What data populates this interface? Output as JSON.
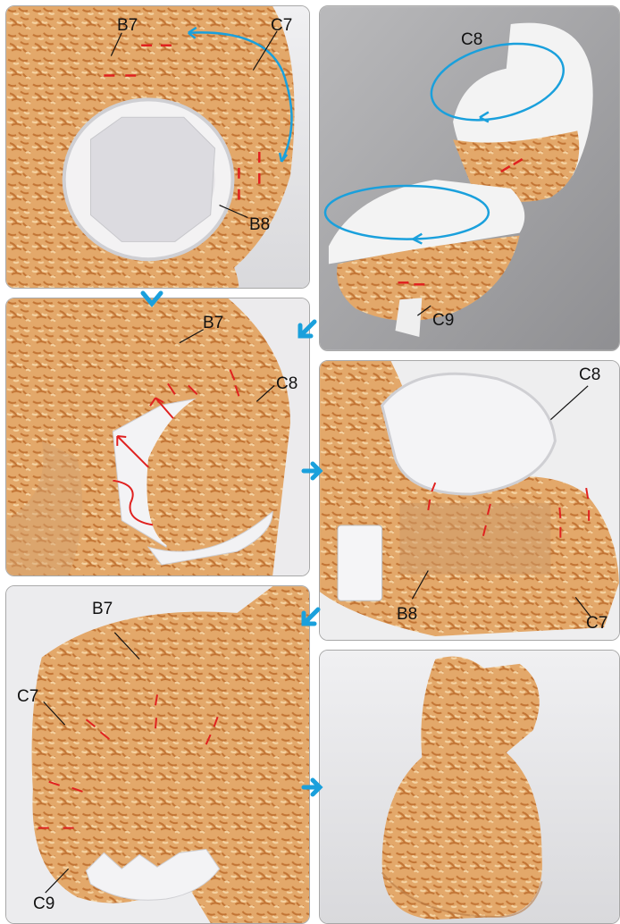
{
  "colors": {
    "fur_light": "#e9b678",
    "fur_mid": "#d9924f",
    "fur_dark": "#b86a2e",
    "paper": "#f2f1f1",
    "paper_shade": "#d8d8dc",
    "arrow_blue": "#1aa0dc",
    "mark_red": "#e0211f",
    "photo_grey": "#a8a8aa"
  },
  "flow_icon": "right-arrow-icon",
  "panels": [
    {
      "id": "p1",
      "labels": {
        "b7": "B7",
        "c7": "C7",
        "b8": "B8"
      }
    },
    {
      "id": "p2",
      "labels": {
        "c8": "C8",
        "c9": "C9"
      }
    },
    {
      "id": "p3",
      "labels": {
        "b7": "B7",
        "c8": "C8"
      }
    },
    {
      "id": "p4",
      "labels": {
        "c8": "C8",
        "b8": "B8",
        "c7": "C7"
      }
    },
    {
      "id": "p5",
      "labels": {
        "b7": "B7",
        "c7": "C7",
        "c9": "C9"
      }
    },
    {
      "id": "p6",
      "labels": {}
    }
  ]
}
